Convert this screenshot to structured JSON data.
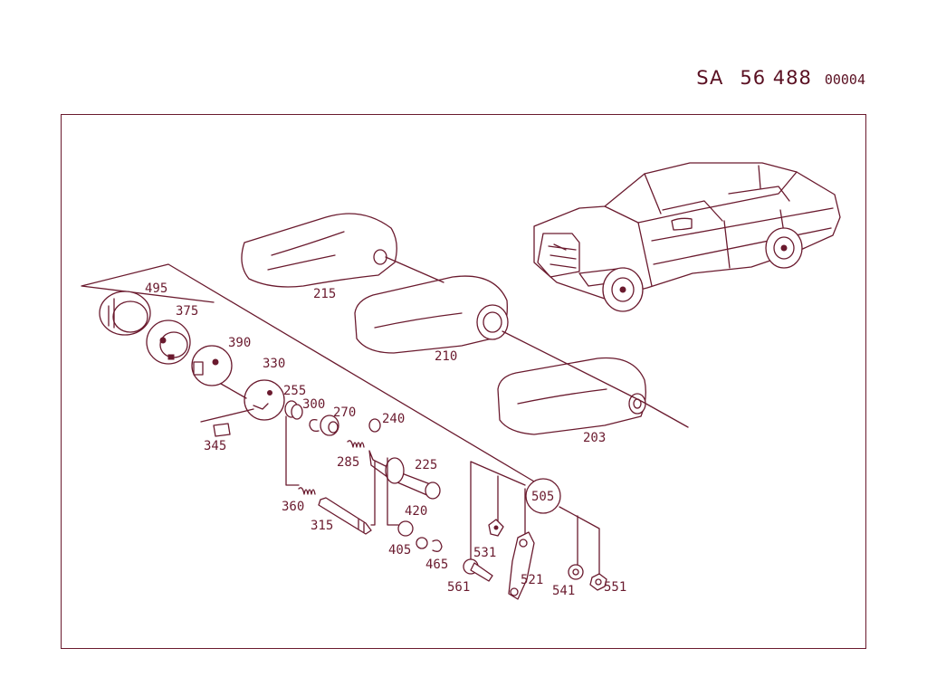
{
  "header": {
    "prefix": "SA",
    "number": "56 488",
    "sequence": "00004"
  },
  "parts": [
    {
      "id": "p495",
      "label": "495"
    },
    {
      "id": "p375",
      "label": "375"
    },
    {
      "id": "p390",
      "label": "390"
    },
    {
      "id": "p330",
      "label": "330"
    },
    {
      "id": "p255",
      "label": "255"
    },
    {
      "id": "p300",
      "label": "300"
    },
    {
      "id": "p270",
      "label": "270"
    },
    {
      "id": "p240",
      "label": "240"
    },
    {
      "id": "p345",
      "label": "345"
    },
    {
      "id": "p285",
      "label": "285"
    },
    {
      "id": "p225",
      "label": "225"
    },
    {
      "id": "p360",
      "label": "360"
    },
    {
      "id": "p420",
      "label": "420"
    },
    {
      "id": "p315",
      "label": "315"
    },
    {
      "id": "p405",
      "label": "405"
    },
    {
      "id": "p465",
      "label": "465"
    },
    {
      "id": "p215",
      "label": "215"
    },
    {
      "id": "p210",
      "label": "210"
    },
    {
      "id": "p203",
      "label": "203"
    },
    {
      "id": "p505",
      "label": "505"
    },
    {
      "id": "p531",
      "label": "531"
    },
    {
      "id": "p521",
      "label": "521"
    },
    {
      "id": "p561",
      "label": "561"
    },
    {
      "id": "p541",
      "label": "541"
    },
    {
      "id": "p551",
      "label": "551"
    }
  ]
}
